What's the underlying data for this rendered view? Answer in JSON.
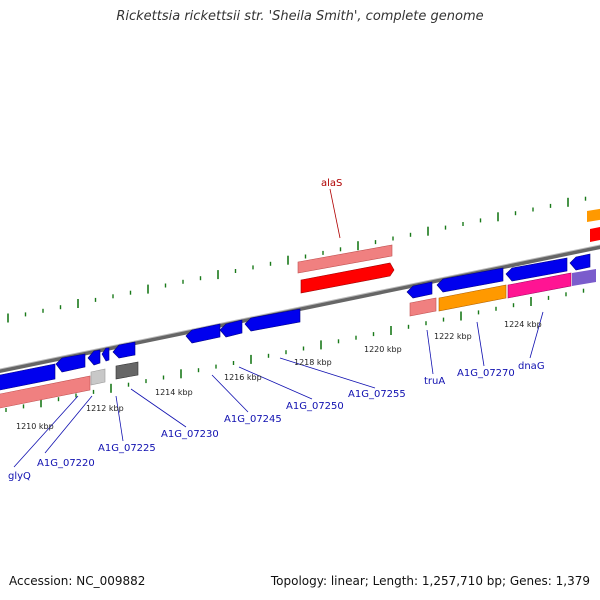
{
  "title": "Rickettsia rickettsii str. 'Sheila Smith', complete genome",
  "accession": "Accession: NC_009882",
  "summary": "Topology: linear; Length: 1,257,710 bp; Genes: 1,379",
  "colors": {
    "protein_coding": "#0000ee",
    "rRNA_pale": "#f08080",
    "rRNA": "#ff0000",
    "orange": "#ff9900",
    "magenta": "#ff1493",
    "violet": "#7a5ccc",
    "gray": "#666666",
    "lightgray": "#c8c8c8",
    "backbone": "#888888",
    "tick": "#1a7a1a",
    "label_blue": "#1010b0",
    "label_red": "#b00000"
  },
  "kbp_labels": [
    "1210 kbp",
    "1212 kbp",
    "1214 kbp",
    "1216 kbp",
    "1218 kbp",
    "1220 kbp",
    "1222 kbp",
    "1224 kbp"
  ],
  "gene_labels": {
    "alaS": "alaS",
    "glyQ": "glyQ",
    "A1G_07220": "A1G_07220",
    "A1G_07225": "A1G_07225",
    "A1G_07230": "A1G_07230",
    "A1G_07245": "A1G_07245",
    "A1G_07250": "A1G_07250",
    "A1G_07255": "A1G_07255",
    "truA": "truA",
    "A1G_07270": "A1G_07270",
    "dnaG": "dnaG"
  }
}
